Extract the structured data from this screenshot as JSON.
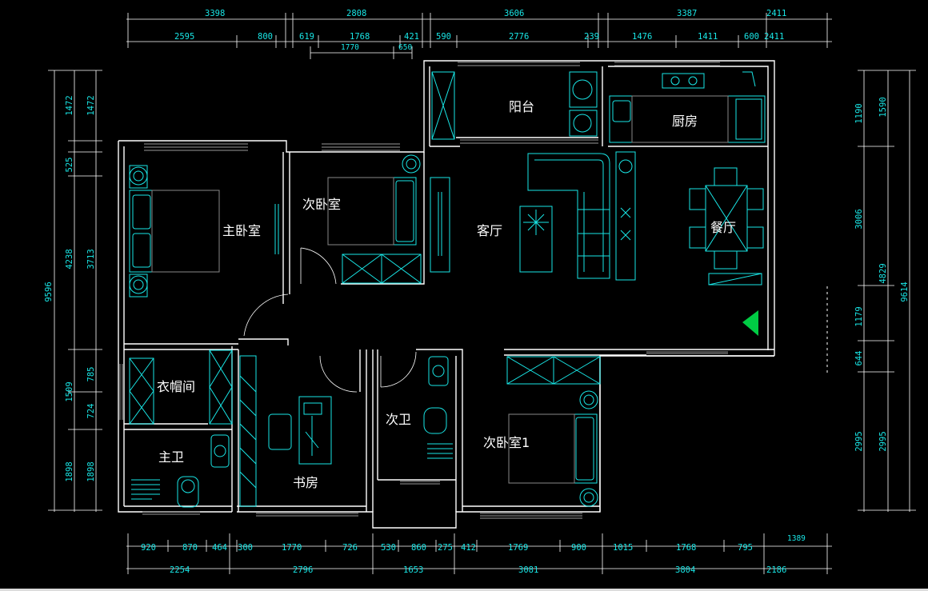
{
  "rooms": {
    "balcony": "阳台",
    "kitchen": "厨房",
    "master_bedroom": "主卧室",
    "second_bedroom": "次卧室",
    "living_room": "客厅",
    "dining_room": "餐厅",
    "cloakroom": "衣帽间",
    "master_bath": "主卫",
    "study": "书房",
    "second_bath": "次卫",
    "second_bedroom_1": "次卧室1"
  },
  "dimensions": {
    "top_outer": [
      "3398",
      "2808",
      "3606",
      "3387",
      "2411"
    ],
    "top_inner": [
      "2595",
      "800",
      "619",
      "1768",
      "421",
      "590",
      "2776",
      "239",
      "1476",
      "1411",
      "600",
      "2411"
    ],
    "top_small": [
      "1770",
      "650"
    ],
    "left_outer": [
      "1472",
      "525",
      "4238",
      "1509",
      "1898"
    ],
    "left_inner": [
      "1472",
      "3713",
      "785",
      "724",
      "1898"
    ],
    "left_total": "9596",
    "right_inner": [
      "1190",
      "3006",
      "1179",
      "644",
      "2995"
    ],
    "right_outer": [
      "1590",
      "4829",
      "2995"
    ],
    "right_total": "9614",
    "bottom_inner": [
      "920",
      "870",
      "464",
      "300",
      "1770",
      "726",
      "530",
      "860",
      "275",
      "412",
      "1769",
      "900",
      "1015",
      "1768",
      "795",
      "1389"
    ],
    "bottom_outer": [
      "2254",
      "2796",
      "1653",
      "3081",
      "3804",
      "2186"
    ]
  },
  "colors": {
    "background": "#000000",
    "dimension": "#19e6e6",
    "wall": "#ffffff",
    "furniture": "#19e6e6",
    "marker": "#00cc44"
  }
}
